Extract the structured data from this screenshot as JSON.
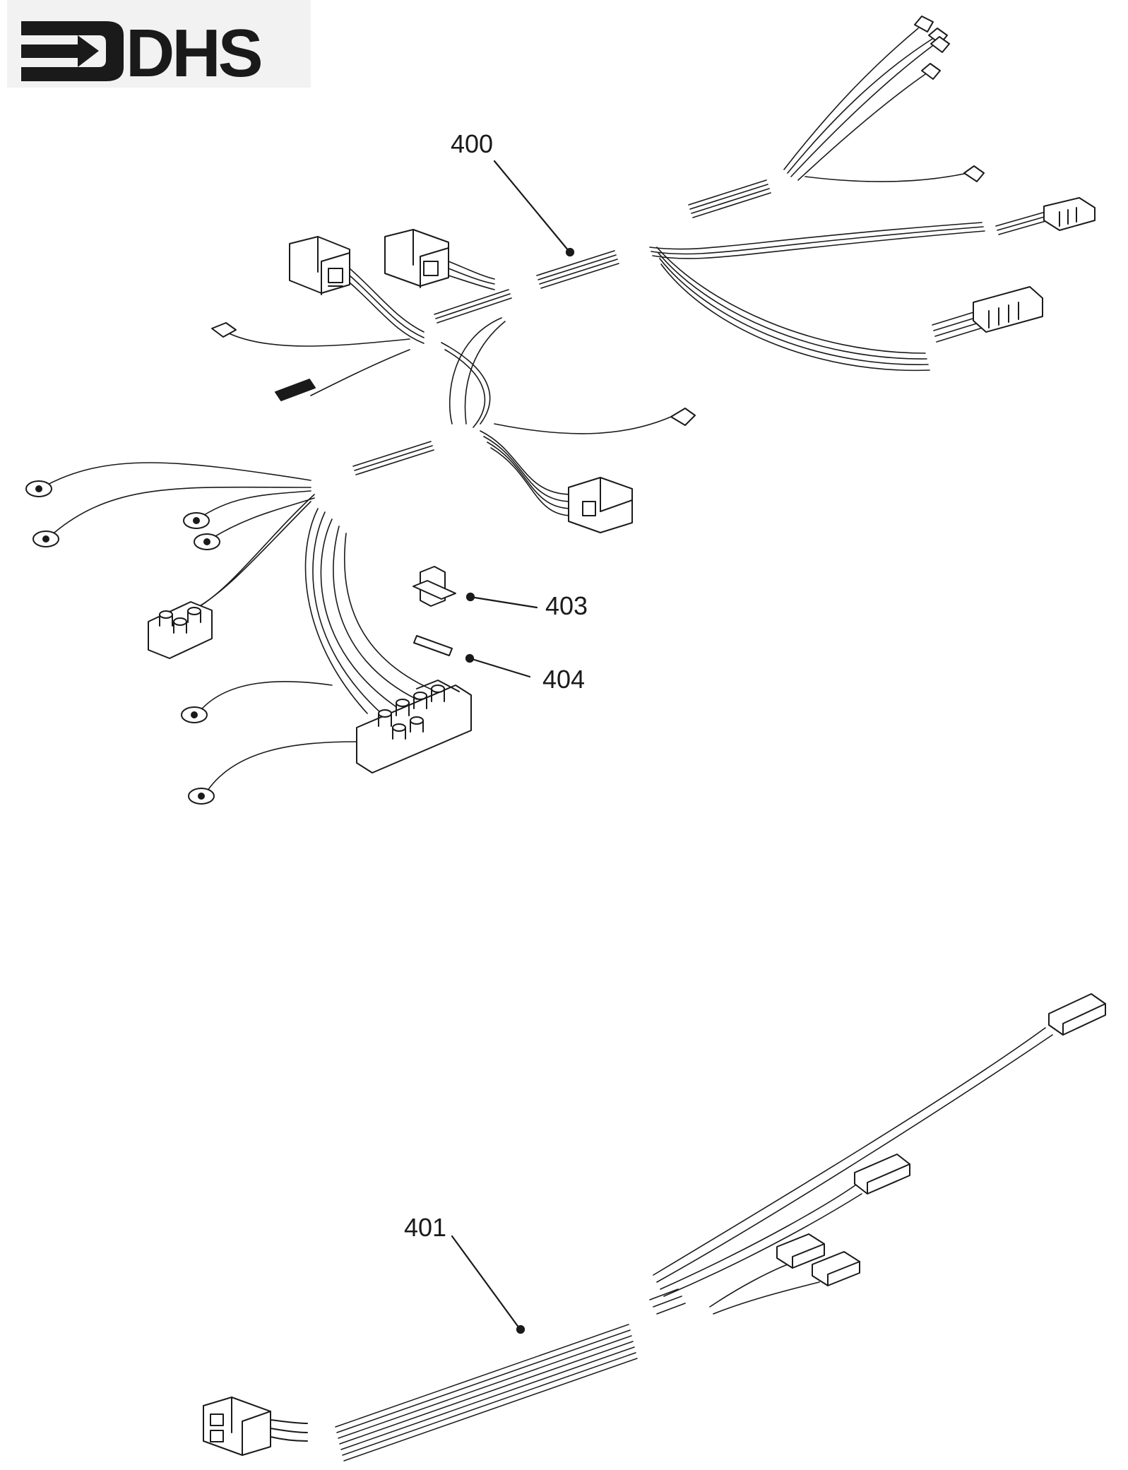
{
  "logo": {
    "text": "DHS",
    "icon": "arrow-bracket-logo-icon"
  },
  "callouts": [
    {
      "id": "400",
      "label": "400"
    },
    {
      "id": "403",
      "label": "403"
    },
    {
      "id": "404",
      "label": "404"
    },
    {
      "id": "401",
      "label": "401"
    }
  ],
  "colors": {
    "ink": "#1a1a1a",
    "paper": "#ffffff",
    "logo_bg": "#f2f2f2"
  }
}
